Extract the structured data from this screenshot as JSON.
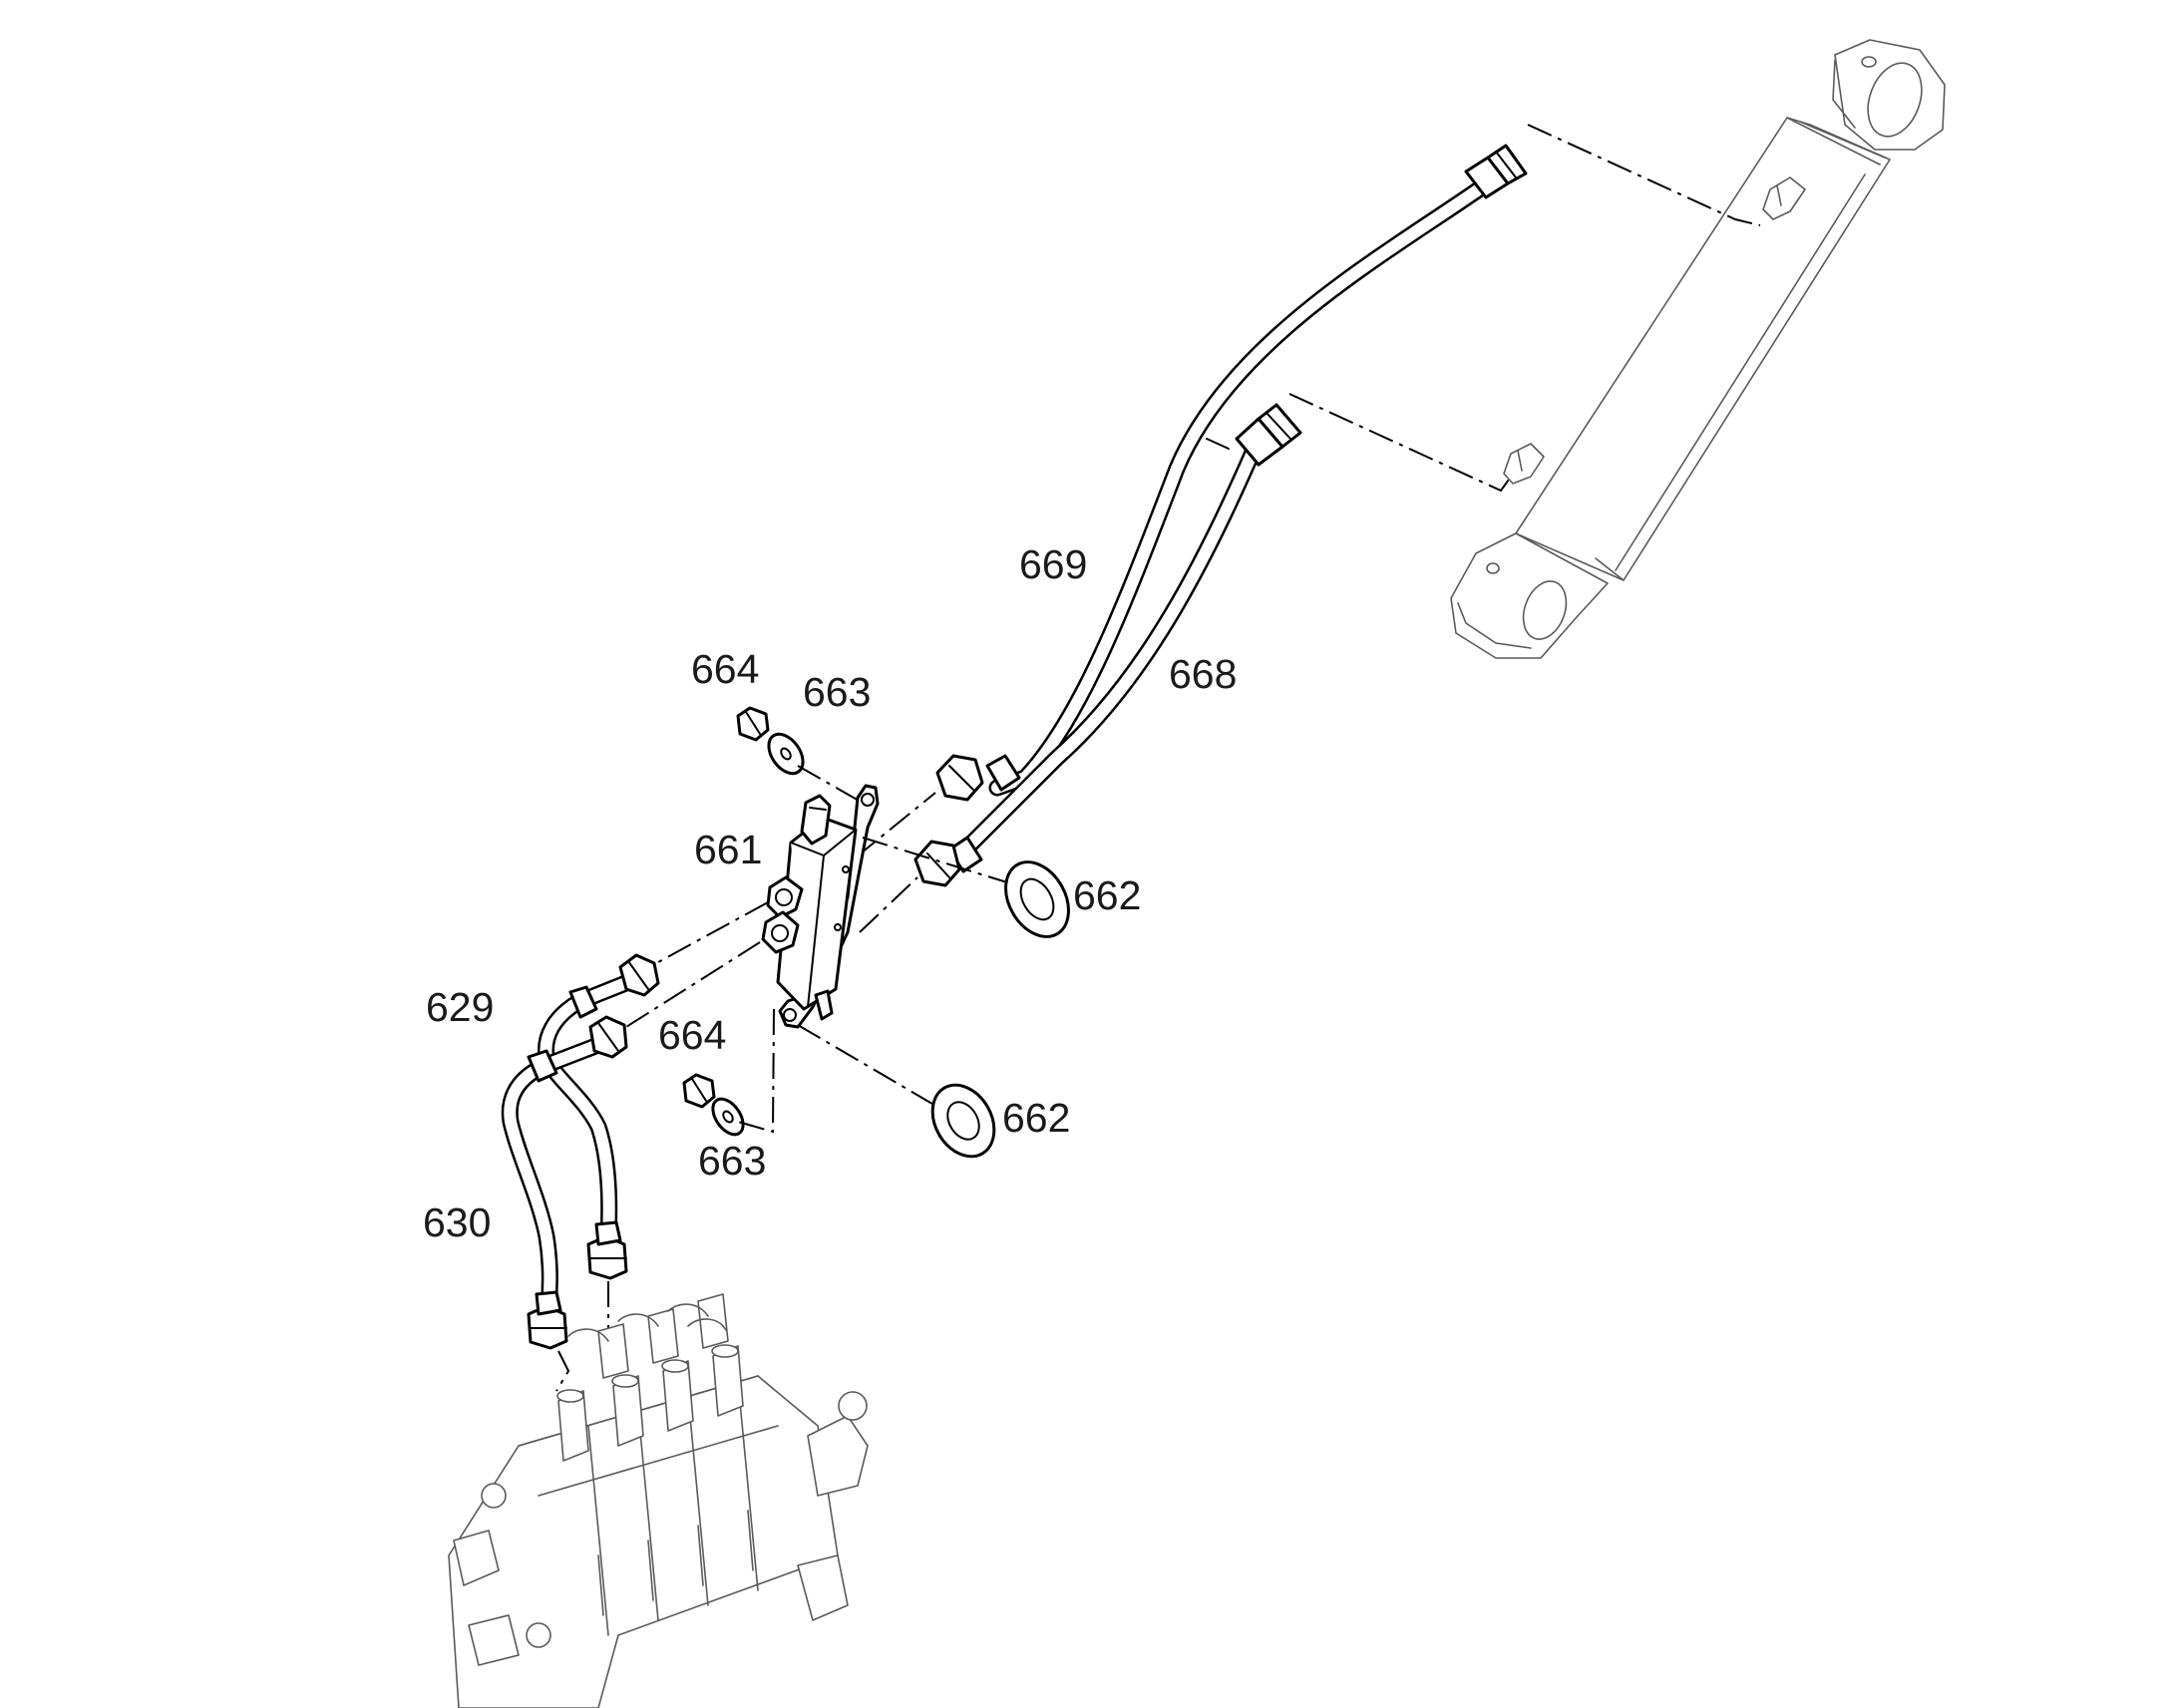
{
  "callouts": [
    {
      "id": "669",
      "text": "669"
    },
    {
      "id": "668",
      "text": "668"
    },
    {
      "id": "664a",
      "text": "664"
    },
    {
      "id": "663a",
      "text": "663"
    },
    {
      "id": "661",
      "text": "661"
    },
    {
      "id": "662a",
      "text": "662"
    },
    {
      "id": "629",
      "text": "629"
    },
    {
      "id": "664b",
      "text": "664"
    },
    {
      "id": "662b",
      "text": "662"
    },
    {
      "id": "663b",
      "text": "663"
    },
    {
      "id": "630",
      "text": "630"
    }
  ],
  "colors": {
    "line": "#000000",
    "ghost": "#5a5a5a",
    "background": "#ffffff"
  }
}
